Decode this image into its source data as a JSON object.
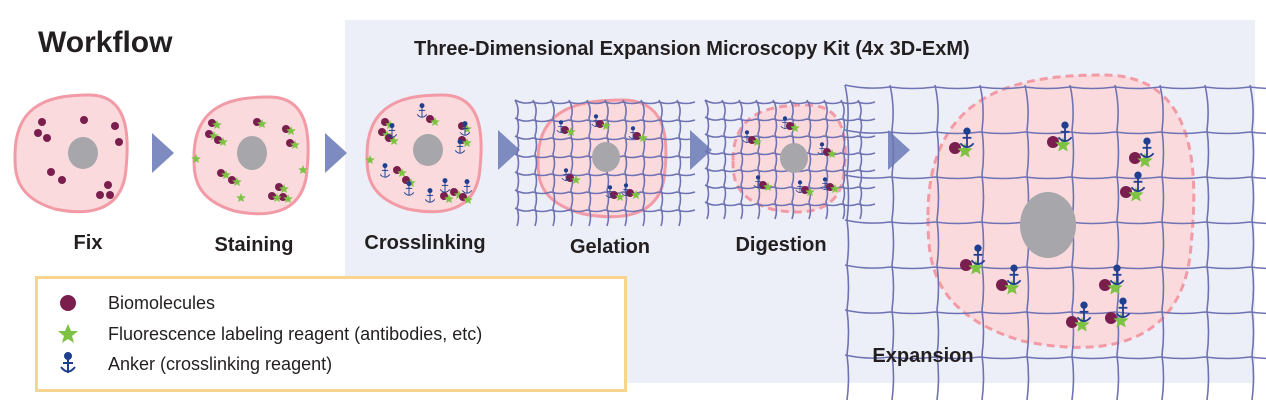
{
  "heading": "Workflow",
  "kit_title": "Three-Dimensional Expansion Microscopy Kit (4x 3D-ExM)",
  "steps": [
    "Fix",
    "Staining",
    "Crosslinking",
    "Gelation",
    "Digestion",
    "Expansion"
  ],
  "legend": [
    {
      "icon": "biomolecule-dot-icon",
      "label": "Biomolecules"
    },
    {
      "icon": "fluorescence-star-icon",
      "label": "Fluorescence labeling reagent (antibodies, etc)"
    },
    {
      "icon": "anchor-icon",
      "label": "Anker (crosslinking reagent)"
    }
  ],
  "colors": {
    "panel": "#eceff7",
    "cell_fill": "#fadadd",
    "cell_stroke": "#f29aa5",
    "nucleus": "#a7a6aa",
    "biomolecule": "#7a1e4e",
    "fluor": "#7dc242",
    "anchor": "#1f3f8f",
    "gel": "#6f73b3",
    "arrow": "#7d8bc0",
    "legend_border": "#f9d48e"
  }
}
